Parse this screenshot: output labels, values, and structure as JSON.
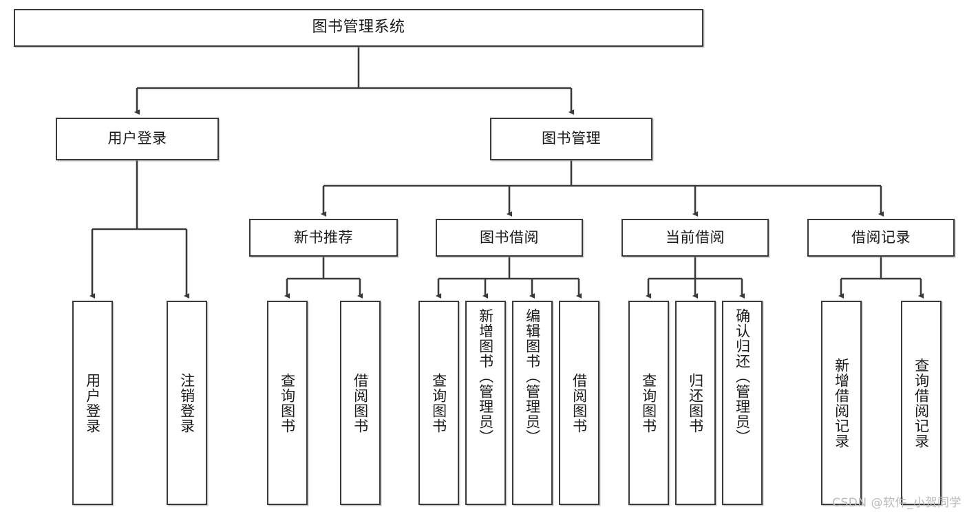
{
  "diagram": {
    "title": "图书管理系统",
    "type": "tree-hierarchy",
    "watermark": "CSDN @软件_小贺同学",
    "colors": {
      "background": "#ffffff",
      "box_border": "#3a3a3a",
      "box_fill": "#ffffff",
      "connector": "#3a3a3a",
      "text": "#1b1b1b",
      "watermark": "#b9b9b9"
    },
    "root": {
      "label": "图书管理系统"
    },
    "level1": [
      {
        "label": "用户登录"
      },
      {
        "label": "图书管理"
      }
    ],
    "level2": [
      {
        "label": "新书推荐"
      },
      {
        "label": "图书借阅"
      },
      {
        "label": "当前借阅"
      },
      {
        "label": "借阅记录"
      }
    ],
    "leaves": {
      "user_login": [
        {
          "label": "用户登录"
        },
        {
          "label": "注销登录"
        }
      ],
      "new_book_recommend": [
        {
          "label": "查询图书"
        },
        {
          "label": "借阅图书"
        }
      ],
      "book_borrow": [
        {
          "label": "查询图书"
        },
        {
          "label": "新增图书（管理员）"
        },
        {
          "label": "编辑图书（管理员）"
        },
        {
          "label": "借阅图书"
        }
      ],
      "current_borrow": [
        {
          "label": "查询图书"
        },
        {
          "label": "归还图书"
        },
        {
          "label": "确认归还（管理员）"
        }
      ],
      "borrow_record": [
        {
          "label": "新增借阅记录"
        },
        {
          "label": "查询借阅记录"
        }
      ]
    }
  }
}
